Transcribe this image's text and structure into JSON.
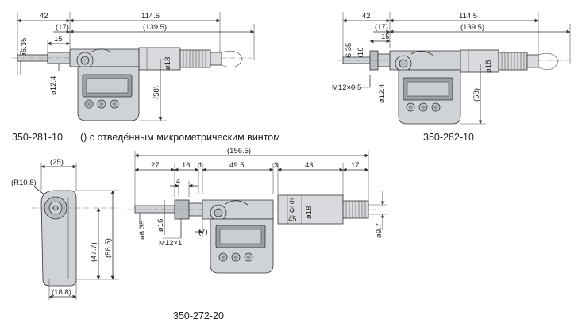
{
  "views": {
    "top_left": {
      "model": "350-281-10",
      "note": "() с отведённым микрометрическим винтом",
      "dims": {
        "d42": "42",
        "d1145": "114.5",
        "d17": "(17)",
        "d1395": "(139.5)",
        "d15": "15",
        "d635": "ø6.35",
        "d124": "ø12.4",
        "d18": "ø18",
        "d58": "(58)"
      }
    },
    "top_right": {
      "model": "350-282-10",
      "dims": {
        "d42": "42",
        "d1145": "114.5",
        "d17": "(17)",
        "d1395": "(139.5)",
        "d15": "15",
        "d635": "ø6.35",
        "d16": "ø16",
        "d124": "ø12.4",
        "d18": "ø18",
        "d58": "(58)",
        "thread": "M12×0.5"
      }
    },
    "bottom_left": {
      "dims": {
        "d25": "(25)",
        "r108": "(R10.8)",
        "d477": "(47.7)",
        "d585": "(58.5)",
        "d188": "(18.8)"
      }
    },
    "bottom_main": {
      "model": "350-272-20",
      "dims": {
        "d1565": "(156.5)",
        "d27": "27",
        "d16": "16",
        "d1": "1",
        "d495": "49.5",
        "d3": "3",
        "d43": "43",
        "d17": "17",
        "d4": "4",
        "d635": "ø6.35",
        "d16dia": "ø16",
        "thread": "M12×1",
        "d7": "(7)",
        "d18": "ø18",
        "d97": "ø9.7"
      },
      "scale": {
        "s5": "5",
        "s0": "0",
        "s45": "45"
      }
    }
  }
}
